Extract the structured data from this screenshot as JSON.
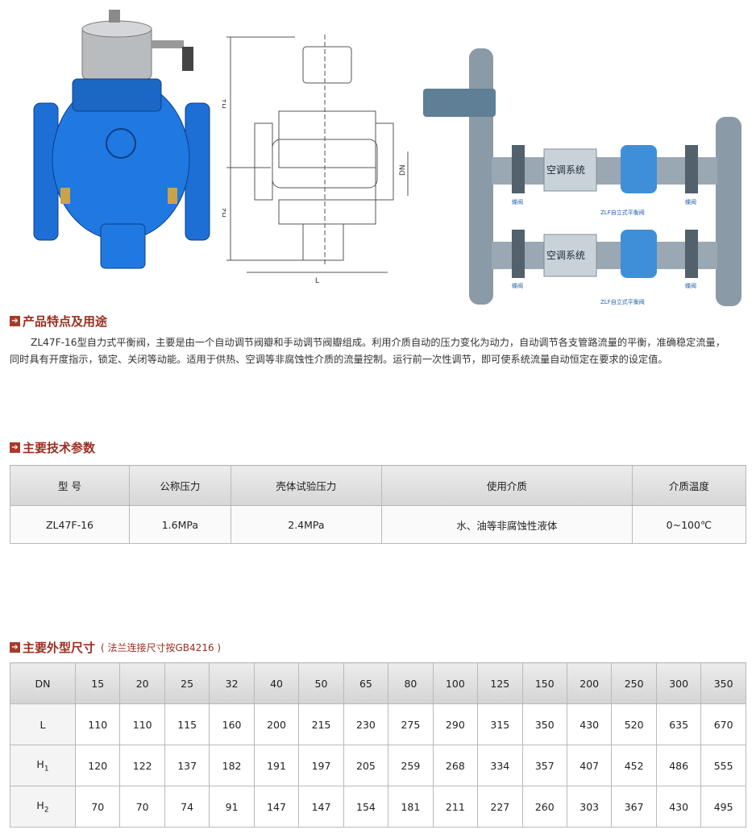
{
  "images": {
    "photo": "blue self-operated flow balancing valve photo",
    "drawing": "valve dimension drawing",
    "diagram": "air-conditioning system installation diagram"
  },
  "drawing_labels": {
    "h1": "H1",
    "h2": "H2",
    "dn": "DN",
    "l": "L"
  },
  "diagram_labels": {
    "system": "空调系统",
    "butterfly_valve": "蝶阀",
    "balance_valve": "ZLF自立式平衡阀",
    "valve_side": "蝶阀"
  },
  "features": {
    "title": "产品特点及用途",
    "text": "ZL47F-16型自力式平衡阀，主要是由一个自动调节阀瓣和手动调节阀瓣组成。利用介质自动的压力变化为动力，自动调节各支管路流量的平衡，准确稳定流量，同时具有开度指示，锁定、关闭等动能。适用于供热、空调等非腐蚀性介质的流量控制。运行前一次性调节，即可使系统流量自动恒定在要求的设定值。"
  },
  "params": {
    "title": "主要技术参数",
    "headers": [
      "型 号",
      "公称压力",
      "壳体试验压力",
      "使用介质",
      "介质温度"
    ],
    "row": [
      "ZL47F-16",
      "1.6MPa",
      "2.4MPa",
      "水、油等非腐蚀性液体",
      "0~100℃"
    ]
  },
  "dims": {
    "title": "主要外型尺寸",
    "note": "( 法兰连接尺寸按GB4216 )",
    "dn_label": "DN",
    "dn": [
      "15",
      "20",
      "25",
      "32",
      "40",
      "50",
      "65",
      "80",
      "100",
      "125",
      "150",
      "200",
      "250",
      "300",
      "350"
    ],
    "l_label": "L",
    "l": [
      "110",
      "110",
      "115",
      "160",
      "200",
      "215",
      "230",
      "275",
      "290",
      "315",
      "350",
      "430",
      "520",
      "635",
      "670"
    ],
    "h1_label": "H",
    "h1_sub": "1",
    "h1": [
      "120",
      "122",
      "137",
      "182",
      "191",
      "197",
      "205",
      "259",
      "268",
      "334",
      "357",
      "407",
      "452",
      "486",
      "555"
    ],
    "h2_label": "H",
    "h2_sub": "2",
    "h2": [
      "70",
      "70",
      "74",
      "91",
      "147",
      "147",
      "154",
      "181",
      "211",
      "227",
      "260",
      "303",
      "367",
      "430",
      "495"
    ]
  },
  "colors": {
    "accent": "#9b2d1f",
    "valve_blue": "#1d6fd6",
    "diagram_pipe": "#8a9aa6"
  }
}
